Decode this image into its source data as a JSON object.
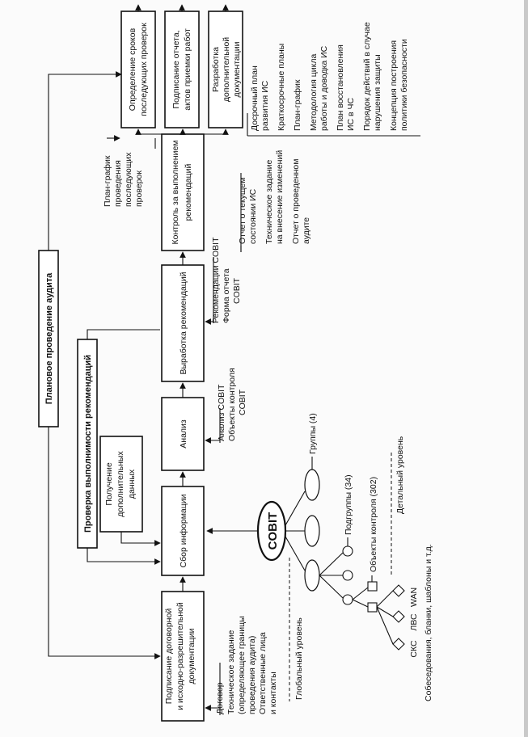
{
  "diagram": {
    "planned_audit": "Плановое проведение аудита",
    "check_recommendations": "Проверка выполнимости рекомендаций",
    "steps": {
      "signing": [
        "Подписание договорной",
        "и исходно-разрешительной",
        "документации"
      ],
      "collect": "Сбор информации",
      "analysis": "Анализ",
      "develop": "Выработка рекомендаций",
      "control": [
        "Контроль за выполнением",
        "рекомендаций"
      ],
      "get_data": [
        "Получение",
        "дополнительных",
        "данных"
      ],
      "deadlines": [
        "Определение сроков",
        "последующих проверок"
      ],
      "report": [
        "Подписание отчета,",
        "актов приемки работ"
      ],
      "extra_docs": [
        "Разработка",
        "дополнительной",
        "документации"
      ]
    },
    "inputs": {
      "signing": [
        "Договор",
        "Техническое задание",
        "(определяющее границы",
        "проведения аудита)",
        "Ответственные лица",
        "и контакты"
      ],
      "analysis": [
        "Анализ COBIT",
        "Объекты контроля",
        "COBIT"
      ],
      "develop": [
        "Рекомендации COBIT",
        "Форма отчета",
        "COBIT"
      ],
      "control": [
        "Отчет о текущем",
        "состоянии ИС",
        "Техническое задание",
        "на внесение изменений",
        "Отчет о проведенном",
        "аудите"
      ],
      "schedule": [
        "План-график",
        "проведения",
        "последующих",
        "проверок"
      ],
      "extra_docs": [
        "Досрочный план",
        "развития ИС",
        "Краткосрочные планы",
        "План-график",
        "Методология цикла",
        "работы и доводка ИС",
        "План восстановления",
        "ИС в ЧС",
        "Порядок действий в случае",
        "нарушения защиты",
        "Концепция построения",
        "политики безопасности"
      ]
    },
    "cobit": {
      "label": "COBIT",
      "groups": "Группы (4)",
      "subgroups": "Подгруппы (34)",
      "objects": "Объекты контроля (302)",
      "global_level": "Глобальный уровень",
      "detail_level": "Детальный уровень",
      "skc": "СКС",
      "lvs": "ЛВС",
      "wan": "WAN",
      "interviews": "Собеседования, бланки, шаблоны и т.д."
    }
  }
}
